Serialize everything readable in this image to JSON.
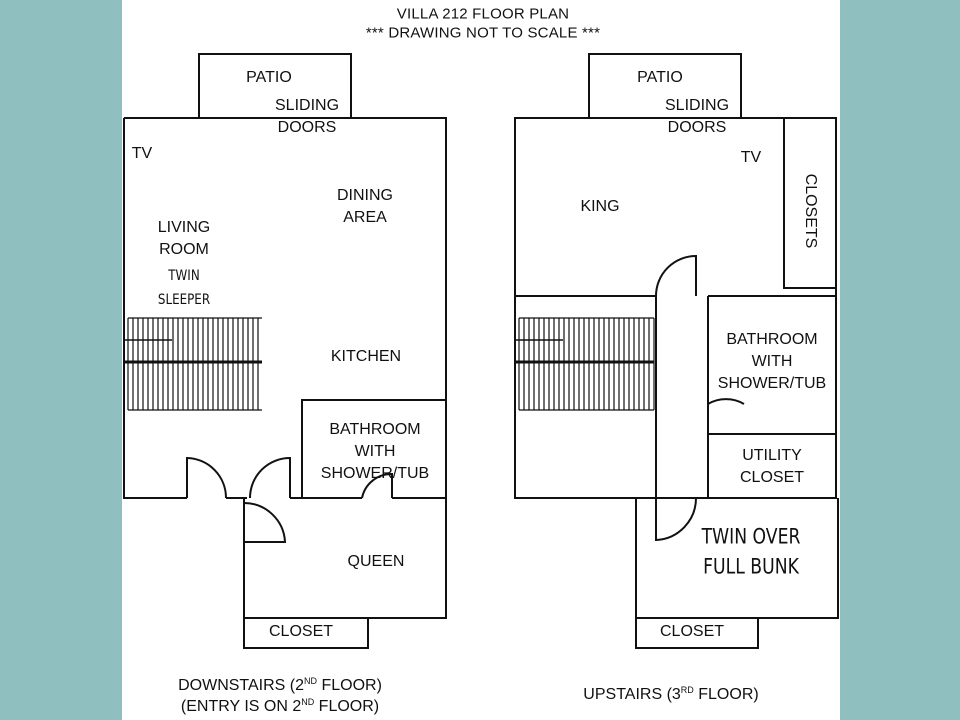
{
  "title": "VILLA 212 FLOOR PLAN",
  "subtitle": "*** DRAWING NOT TO SCALE ***",
  "downstairs": {
    "patio": "PATIO",
    "sliding_doors_1": "SLIDING",
    "sliding_doors_2": "DOORS",
    "tv": "TV",
    "dining_1": "DINING",
    "dining_2": "AREA",
    "living_1": "LIVING",
    "living_2": "ROOM",
    "sleeper_1": "TWIN",
    "sleeper_2": "SLEEPER",
    "kitchen": "KITCHEN",
    "bath_1": "BATHROOM",
    "bath_2": "WITH",
    "bath_3": "SHOWER/TUB",
    "queen": "QUEEN",
    "closet": "CLOSET",
    "caption_1a": "DOWNSTAIRS (2",
    "caption_1sup": "ND",
    "caption_1b": " FLOOR)",
    "caption_2a": "(ENTRY IS ON 2",
    "caption_2sup": "ND",
    "caption_2b": " FLOOR)"
  },
  "upstairs": {
    "patio": "PATIO",
    "sliding_doors_1": "SLIDING",
    "sliding_doors_2": "DOORS",
    "tv": "TV",
    "closets": "CLOSETS",
    "king": "KING",
    "bath_1": "BATHROOM",
    "bath_2": "WITH",
    "bath_3": "SHOWER/TUB",
    "utility_1": "UTILITY",
    "utility_2": "CLOSET",
    "bunk_1": "TWIN OVER",
    "bunk_2": "FULL BUNK",
    "closet": "CLOSET",
    "caption_a": "UPSTAIRS (3",
    "caption_sup": "RD",
    "caption_b": " FLOOR)"
  },
  "colors": {
    "background": "#8fbfbe",
    "sheet": "#ffffff",
    "line": "#111111"
  }
}
